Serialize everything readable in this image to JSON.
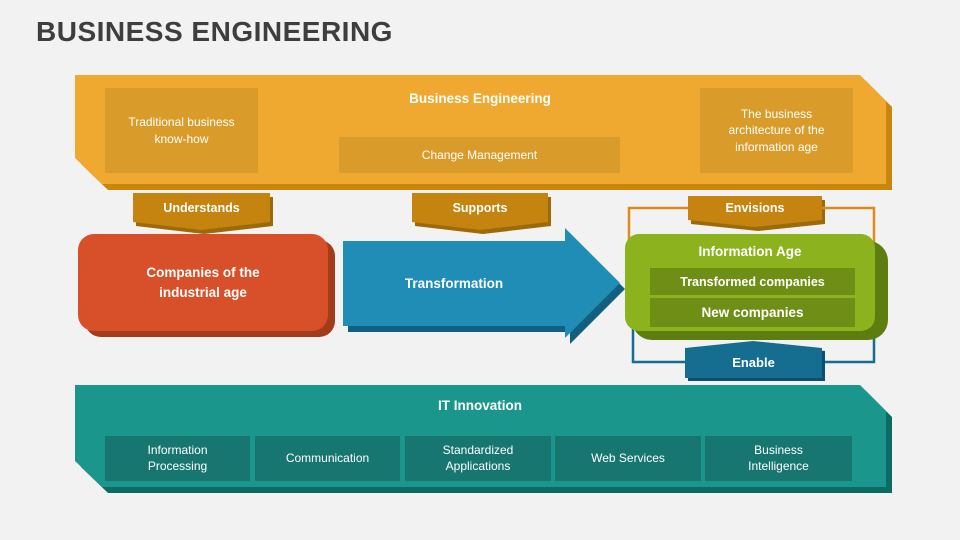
{
  "slide": {
    "title": "BUSINESS ENGINEERING",
    "top_banner": {
      "title": "Business Engineering",
      "left_box": "Traditional business know-how",
      "center_box": "Change Management",
      "right_box": "The business architecture of the information age"
    },
    "flow_labels": {
      "understands": "Understands",
      "supports": "Supports",
      "envisions": "Envisions",
      "enable": "Enable"
    },
    "industrial_box": "Companies of the industrial age",
    "transformation": "Transformation",
    "information_age": {
      "title": "Information Age",
      "items": [
        "Transformed companies",
        "New companies"
      ]
    },
    "it_innovation": {
      "title": "IT Innovation",
      "items": [
        "Information Processing",
        "Communication",
        "Standardized Applications",
        "Web Services",
        "Business Intelligence"
      ]
    },
    "colors": {
      "background": "#F2F2F2",
      "title_text": "#3E3E3E",
      "banner_orange": "#EFA830",
      "banner_orange_box": "#D99C2B",
      "banner_orange_shadow": "#C8860D",
      "gold_label": "#C5830F",
      "red_box": "#D8502A",
      "red_box_shadow": "#A33C1B",
      "blue_arrow": "#1F8DB5",
      "blue_arrow_shadow": "#11607F",
      "green_box": "#8CB31E",
      "green_box_inner": "#6F8E16",
      "green_box_shadow": "#5E7D10",
      "teal_banner": "#1B968C",
      "teal_box": "#187670",
      "teal_shadow": "#0E6B64",
      "enable_blue": "#156D90",
      "connector_orange": "#DE8A1C",
      "connector_blue": "#156D90"
    }
  }
}
